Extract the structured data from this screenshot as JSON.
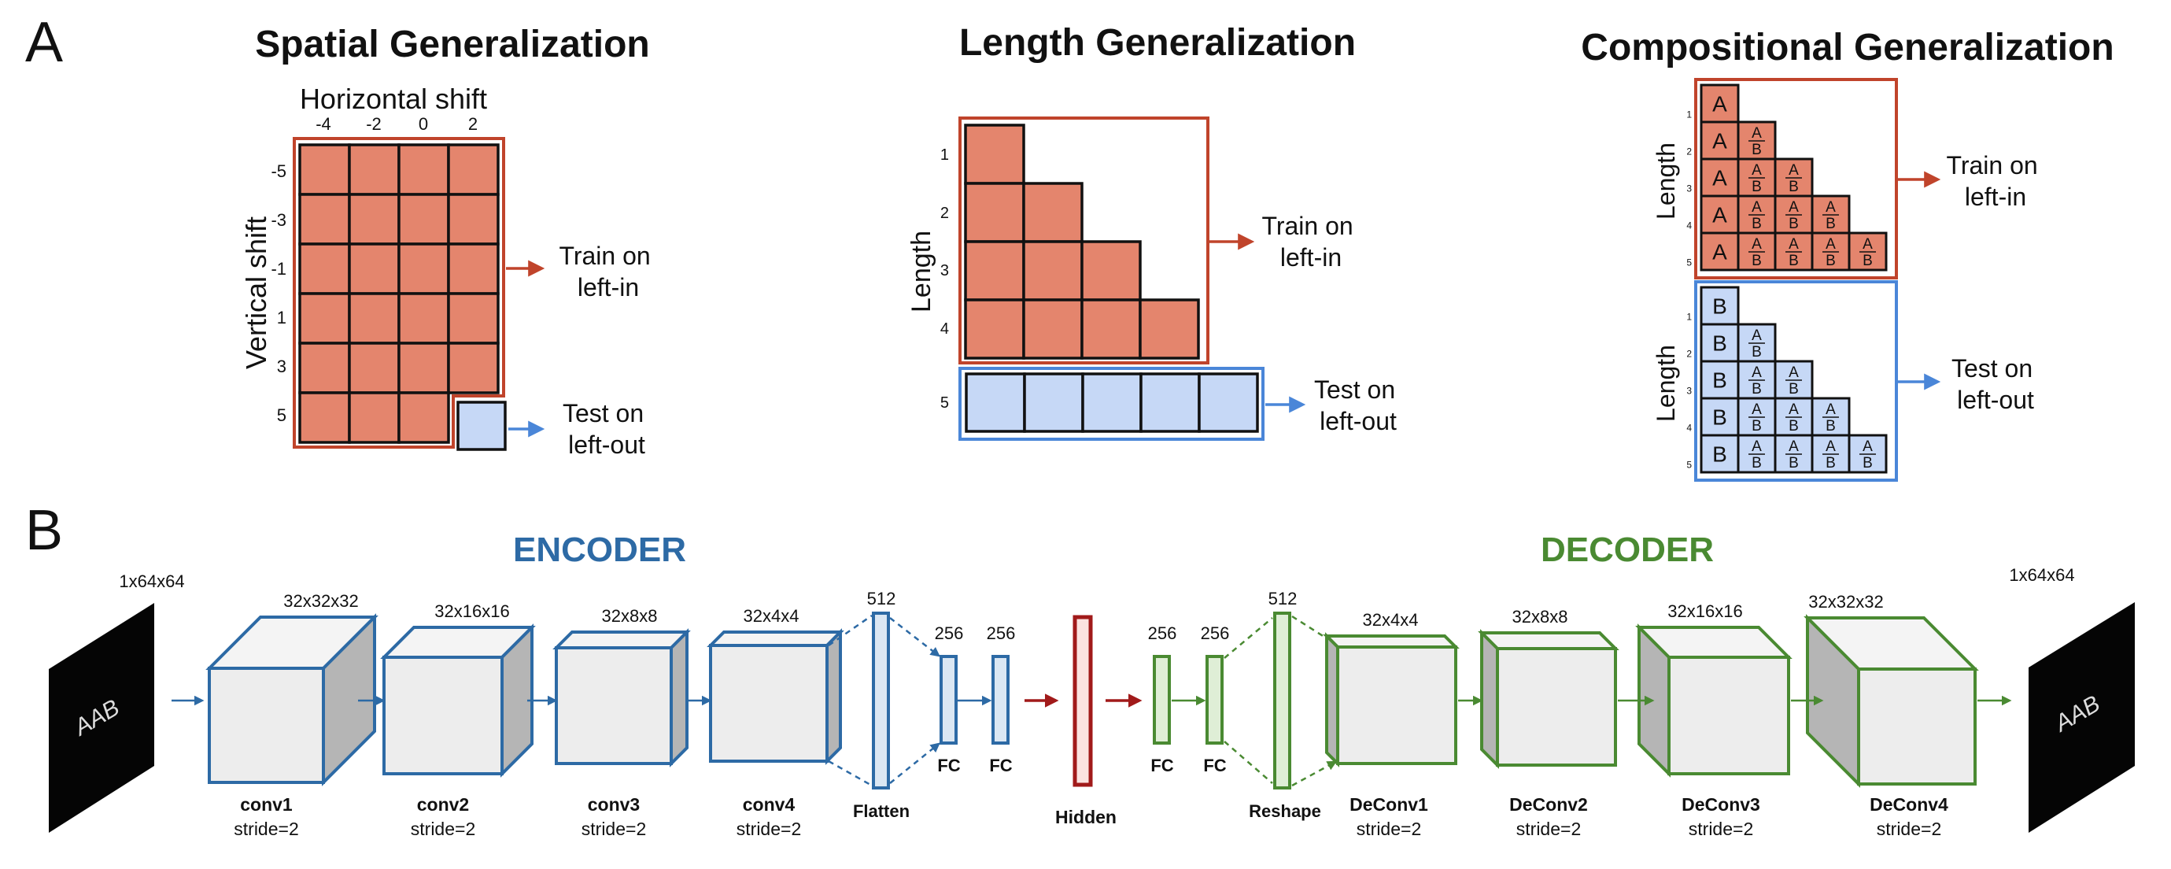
{
  "panel_a": {
    "label": "A",
    "spatial": {
      "title": "Spatial Generalization",
      "x_label": "Horizontal shift",
      "y_label": "Vertical shift",
      "x_ticks": [
        "-4",
        "-2",
        "0",
        "2"
      ],
      "y_ticks": [
        "-5",
        "-3",
        "-1",
        "1",
        "3",
        "5"
      ],
      "train_label": [
        "Train on",
        "left-in"
      ],
      "test_label": [
        "Test on",
        "left-out"
      ]
    },
    "length": {
      "title": "Length Generalization",
      "y_label": "Length",
      "y_ticks": [
        "1",
        "2",
        "3",
        "4",
        "5"
      ],
      "train_label": [
        "Train on",
        "left-in"
      ],
      "test_label": [
        "Test on",
        "left-out"
      ]
    },
    "compositional": {
      "title": "Compositional Generalization",
      "y_label": "Length",
      "row_ticks": [
        "1",
        "2",
        "3",
        "4",
        "5"
      ],
      "train_first_letter": "A",
      "test_first_letter": "B",
      "frac_top": "A",
      "frac_bottom": "B",
      "train_label": [
        "Train on",
        "left-in"
      ],
      "test_label": [
        "Test on",
        "left-out"
      ]
    }
  },
  "panel_b": {
    "label": "B",
    "encoder_title": "ENCODER",
    "decoder_title": "DECODER",
    "input_dims": "1x64x64",
    "output_dims": "1x64x64",
    "input_text": "AAB",
    "output_text": "AAB",
    "encoder_blocks": [
      {
        "dims": "32x32x32",
        "name": "conv1",
        "stride": "stride=2"
      },
      {
        "dims": "32x16x16",
        "name": "conv2",
        "stride": "stride=2"
      },
      {
        "dims": "32x8x8",
        "name": "conv3",
        "stride": "stride=2"
      },
      {
        "dims": "32x4x4",
        "name": "conv4",
        "stride": "stride=2"
      }
    ],
    "encoder_flatten": {
      "dims": "512",
      "name": "Flatten"
    },
    "encoder_fc": [
      {
        "dims": "256",
        "name": "FC"
      },
      {
        "dims": "256",
        "name": "FC"
      }
    ],
    "hidden": {
      "name": "Hidden"
    },
    "decoder_fc": [
      {
        "dims": "256",
        "name": "FC"
      },
      {
        "dims": "256",
        "name": "FC"
      }
    ],
    "decoder_reshape": {
      "dims": "512",
      "name": "Reshape"
    },
    "decoder_blocks": [
      {
        "dims": "32x4x4",
        "name": "DeConv1",
        "stride": "stride=2"
      },
      {
        "dims": "32x8x8",
        "name": "DeConv2",
        "stride": "stride=2"
      },
      {
        "dims": "32x16x16",
        "name": "DeConv3",
        "stride": "stride=2"
      },
      {
        "dims": "32x32x32",
        "name": "DeConv4",
        "stride": "stride=2"
      }
    ],
    "colors": {
      "encoder": "#2d6aa5",
      "decoder": "#4a8a32",
      "hidden": "#a11a1a",
      "train_fill": "#e4856d",
      "train_border": "#c0442b",
      "test_fill": "#c6d8f6",
      "test_border": "#4a86d8"
    }
  }
}
